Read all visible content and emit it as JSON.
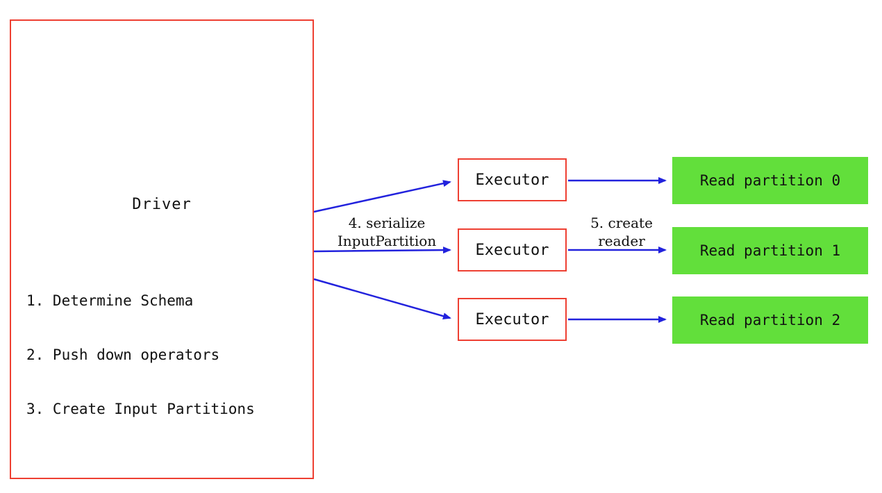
{
  "colors": {
    "box-border-red": "#ee3f32",
    "partition-green": "#62df3b",
    "arrow-blue": "#2222dd",
    "text-black": "#111111"
  },
  "driver": {
    "title": "Driver",
    "steps": {
      "0": "1. Determine Schema",
      "1": "2. Push down operators",
      "2": "3. Create Input Partitions"
    }
  },
  "executors": [
    {
      "label": "Executor"
    },
    {
      "label": "Executor"
    },
    {
      "label": "Executor"
    }
  ],
  "partitions": [
    {
      "label": "Read partition 0"
    },
    {
      "label": "Read partition 1"
    },
    {
      "label": "Read partition 2"
    }
  ],
  "edge_labels": {
    "serialize": {
      "line1": "4. serialize",
      "line2": "InputPartition"
    },
    "create_reader": {
      "line1": "5. create",
      "line2": "reader"
    }
  }
}
